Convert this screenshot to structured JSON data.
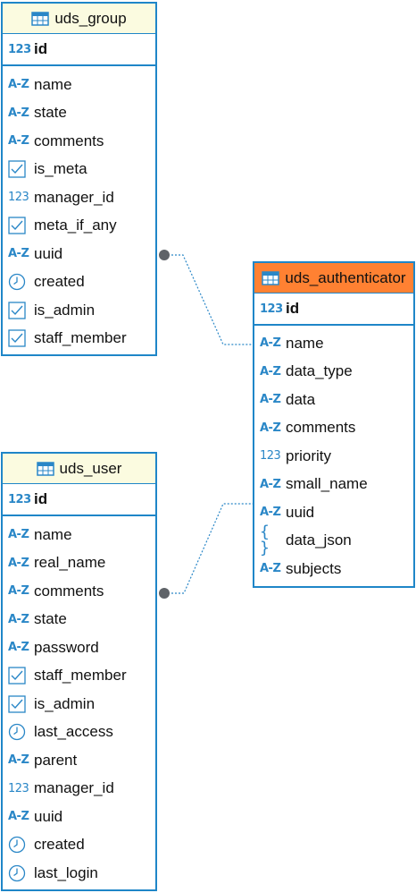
{
  "entities": {
    "uds_group": {
      "title": "uds_group",
      "pk": {
        "name": "id",
        "type": "123"
      },
      "columns": [
        {
          "name": "name",
          "type": "A-Z"
        },
        {
          "name": "state",
          "type": "A-Z"
        },
        {
          "name": "comments",
          "type": "A-Z"
        },
        {
          "name": "is_meta",
          "type": "check"
        },
        {
          "name": "manager_id",
          "type": "123"
        },
        {
          "name": "meta_if_any",
          "type": "check"
        },
        {
          "name": "uuid",
          "type": "A-Z"
        },
        {
          "name": "created",
          "type": "clock"
        },
        {
          "name": "is_admin",
          "type": "check"
        },
        {
          "name": "staff_member",
          "type": "check"
        }
      ]
    },
    "uds_authenticator": {
      "title": "uds_authenticator",
      "pk": {
        "name": "id",
        "type": "123"
      },
      "columns": [
        {
          "name": "name",
          "type": "A-Z"
        },
        {
          "name": "data_type",
          "type": "A-Z"
        },
        {
          "name": "data",
          "type": "A-Z"
        },
        {
          "name": "comments",
          "type": "A-Z"
        },
        {
          "name": "priority",
          "type": "123"
        },
        {
          "name": "small_name",
          "type": "A-Z"
        },
        {
          "name": "uuid",
          "type": "A-Z"
        },
        {
          "name": "data_json",
          "type": "json"
        },
        {
          "name": "subjects",
          "type": "A-Z"
        }
      ]
    },
    "uds_user": {
      "title": "uds_user",
      "pk": {
        "name": "id",
        "type": "123"
      },
      "columns": [
        {
          "name": "name",
          "type": "A-Z"
        },
        {
          "name": "real_name",
          "type": "A-Z"
        },
        {
          "name": "comments",
          "type": "A-Z"
        },
        {
          "name": "state",
          "type": "A-Z"
        },
        {
          "name": "password",
          "type": "A-Z"
        },
        {
          "name": "staff_member",
          "type": "check"
        },
        {
          "name": "is_admin",
          "type": "check"
        },
        {
          "name": "last_access",
          "type": "clock"
        },
        {
          "name": "parent",
          "type": "A-Z"
        },
        {
          "name": "manager_id",
          "type": "123"
        },
        {
          "name": "uuid",
          "type": "A-Z"
        },
        {
          "name": "created",
          "type": "clock"
        },
        {
          "name": "last_login",
          "type": "clock"
        }
      ]
    }
  },
  "relations": [
    {
      "from": "uds_group",
      "to": "uds_authenticator"
    },
    {
      "from": "uds_user",
      "to": "uds_authenticator"
    }
  ],
  "colors": {
    "border": "#1f86c8",
    "header_default": "#fbfbe0",
    "header_selected": "#ff8132",
    "icon": "#2a87c7",
    "connector": "#2a87c7",
    "endpoint": "#5f6368"
  }
}
